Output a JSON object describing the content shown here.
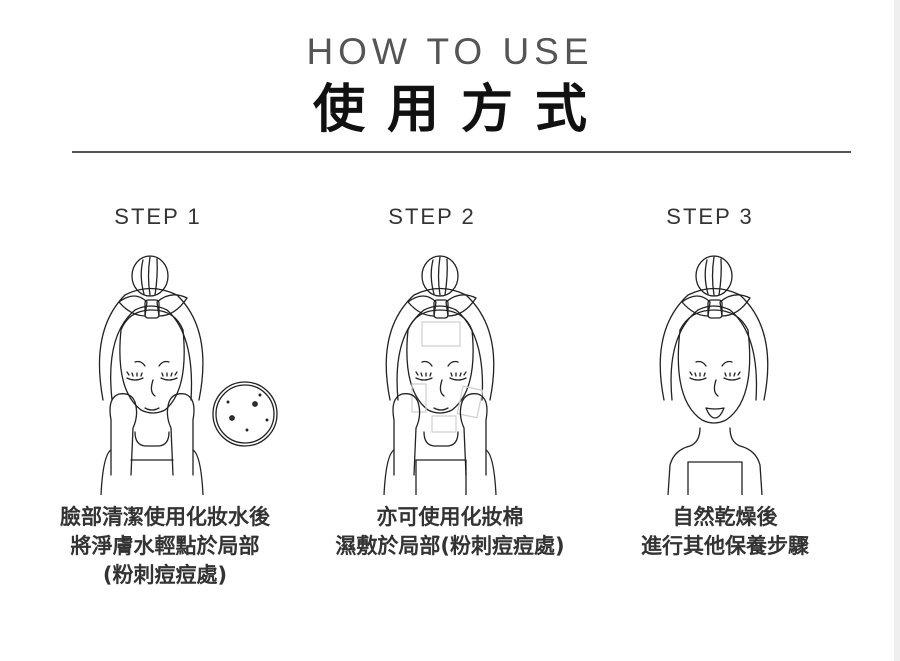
{
  "header": {
    "title_en": "HOW TO USE",
    "title_zh": "使用方式"
  },
  "steps": [
    {
      "label": "STEP 1",
      "illustration": "woman-patting-face-with-acne-closeup",
      "lines": [
        "臉部清潔使用化妝水後",
        "將淨膚水輕點於局部",
        "(粉刺痘痘處)"
      ]
    },
    {
      "label": "STEP 2",
      "illustration": "woman-with-cotton-pads-on-face",
      "lines": [
        "亦可使用化妝棉",
        "濕敷於局部(粉刺痘痘處)"
      ]
    },
    {
      "label": "STEP 3",
      "illustration": "woman-smiling",
      "lines": [
        "自然乾燥後",
        "進行其他保養步驟"
      ]
    }
  ],
  "colors": {
    "background": "#ffffff",
    "divider": "#555555",
    "text": "#333333",
    "pad": "#cfcfcf"
  }
}
